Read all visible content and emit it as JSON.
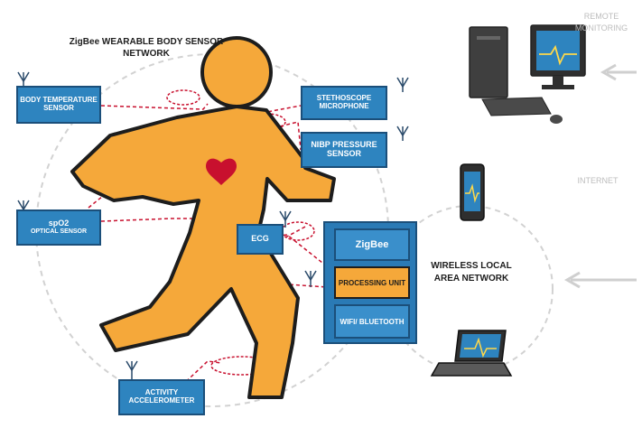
{
  "title": "ZigBee WEARABLE BODY SENSOR NETWORK",
  "sensors": {
    "body_temperature": "BODY TEMPERATURE SENSOR",
    "stethoscope": "STETHOSCOPE MICROPHONE",
    "nibp": "NIBP PRESSURE SENSOR",
    "spo2_main": "spO2",
    "spo2_sub": "OPTICAL SENSOR",
    "ecg": "ECG",
    "activity": "ACTIVITY ACCELEROMETER"
  },
  "hub": {
    "zigbee": "ZigBee",
    "processing": "PROCESSING UNIT",
    "wifi": "WIFI/ BLUETOOTH"
  },
  "network": {
    "wlan": "WIRELESS LOCAL AREA NETWORK",
    "internet": "INTERNET",
    "remote": "REMOTE MONITORING"
  },
  "colors": {
    "body": "#f5a83a",
    "sensor_box": "#2e84bf",
    "hub": "#2a7ab5",
    "processing": "#f5a83a",
    "link": "#c8102e",
    "heart": "#c8102e"
  }
}
